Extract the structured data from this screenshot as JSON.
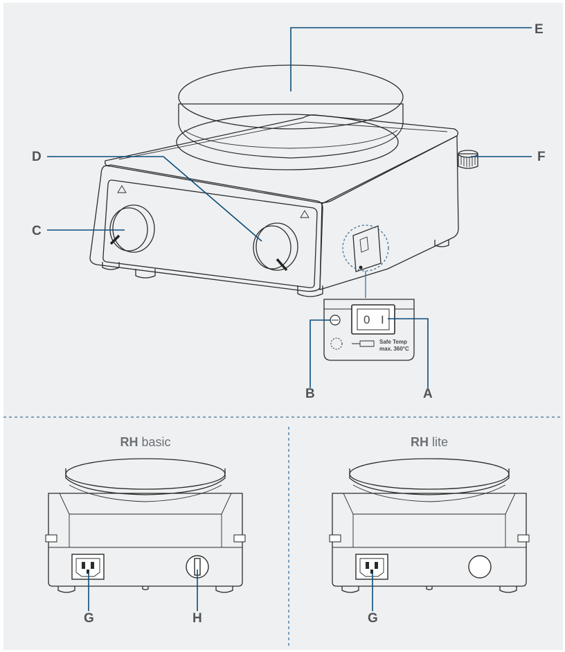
{
  "callouts": {
    "A": "A",
    "B": "B",
    "C": "C",
    "D": "D",
    "E": "E",
    "F": "F",
    "G_left": "G",
    "H": "H",
    "G_right": "G"
  },
  "models": {
    "basic": {
      "strong": "RH",
      "light": " basic"
    },
    "lite": {
      "strong": "RH",
      "light": " lite"
    }
  },
  "detail": {
    "switch_off": "0",
    "switch_on": "I",
    "safetemp_line1": "Safe Temp",
    "safetemp_line2": "max. 360°C"
  },
  "colors": {
    "panel_bg": "#eef0f1",
    "leader_line": "#0a4a7a",
    "label_text": "#4f5459",
    "dashed_divider": "#3f6f96"
  }
}
